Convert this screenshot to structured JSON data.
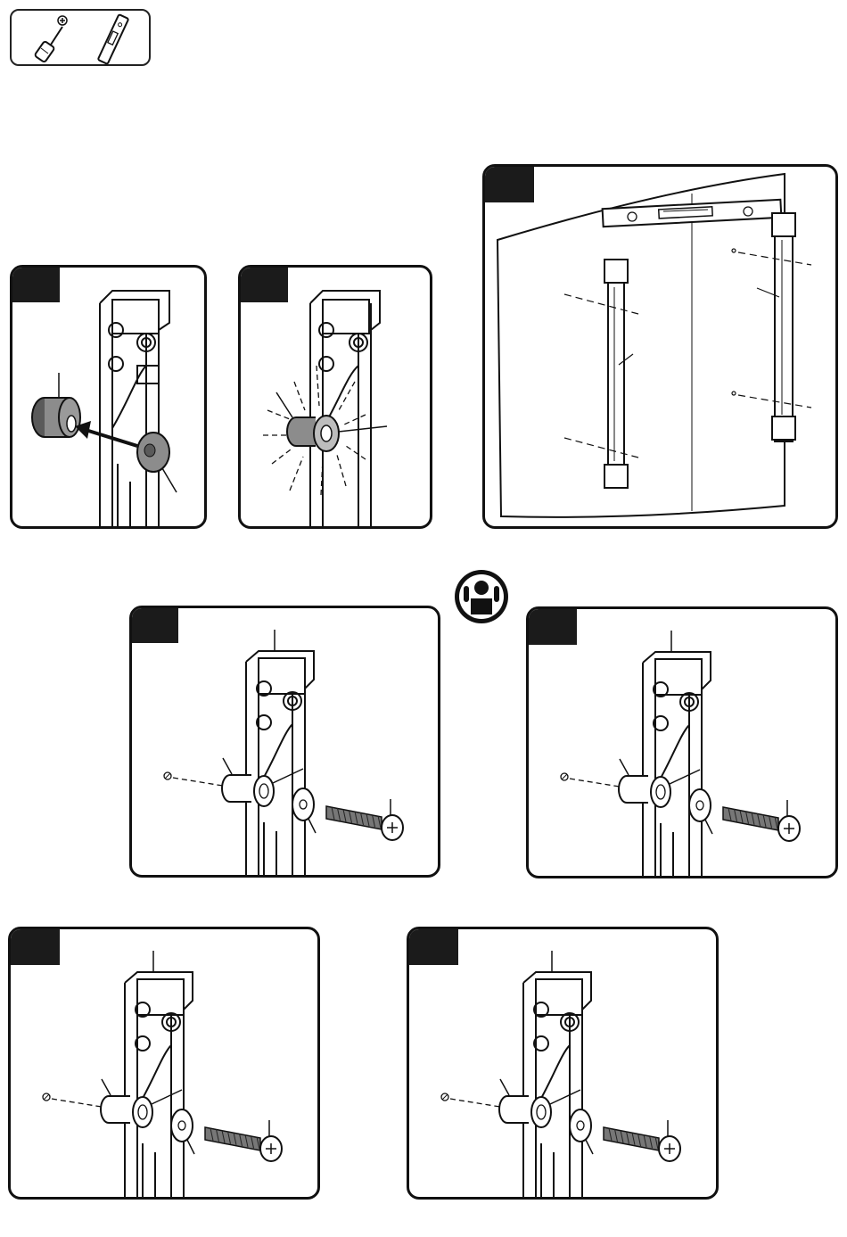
{
  "colors": {
    "line": "#111111",
    "tab": "#1b1b1b",
    "wall": "#ffffff",
    "spacer": "#8c8c8c",
    "spacer_dark": "#5a5a5a",
    "washer": "#bdbdbd"
  },
  "tools": {
    "icons": [
      "screwdriver-icon",
      "level-icon"
    ]
  },
  "safety": {
    "icon": "two-person-lift-icon"
  },
  "panels": [
    {
      "id": "panel-spacer-insert",
      "icons": [
        "spacer-icon",
        "washer-icon",
        "arrow-icon"
      ]
    },
    {
      "id": "panel-spacer-seated",
      "icons": [
        "spacer-icon",
        "bracket-icon"
      ]
    },
    {
      "id": "panel-wall-level",
      "icons": [
        "level-icon",
        "wall-rail-icon",
        "pilot-hole-icon"
      ]
    },
    {
      "id": "panel-bolt-a",
      "icons": [
        "spacer-icon",
        "washer-icon",
        "lag-bolt-icon"
      ]
    },
    {
      "id": "panel-bolt-b",
      "icons": [
        "spacer-icon",
        "washer-icon",
        "lag-bolt-icon"
      ]
    },
    {
      "id": "panel-bolt-c",
      "icons": [
        "spacer-icon",
        "washer-icon",
        "lag-bolt-icon"
      ]
    },
    {
      "id": "panel-bolt-d",
      "icons": [
        "spacer-icon",
        "washer-icon",
        "lag-bolt-icon"
      ]
    }
  ]
}
